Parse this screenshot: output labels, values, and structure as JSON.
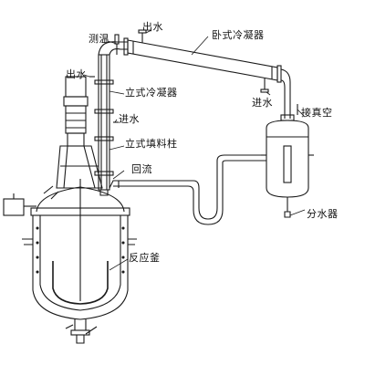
{
  "labels": {
    "temp_measure": "测温",
    "water_out_top": "出水",
    "horizontal_condenser": "卧式冷凝器",
    "water_out_left": "出水",
    "vertical_condenser": "立式冷凝器",
    "water_in_mid": "进水",
    "packed_column": "立式填料柱",
    "reflux": "回流",
    "water_in_right": "进水",
    "vacuum": "接真空",
    "water_separator": "分水器",
    "reactor": "反应釜"
  },
  "colors": {
    "line": "#1a1a1a",
    "text": "#111111",
    "background": "#ffffff"
  }
}
